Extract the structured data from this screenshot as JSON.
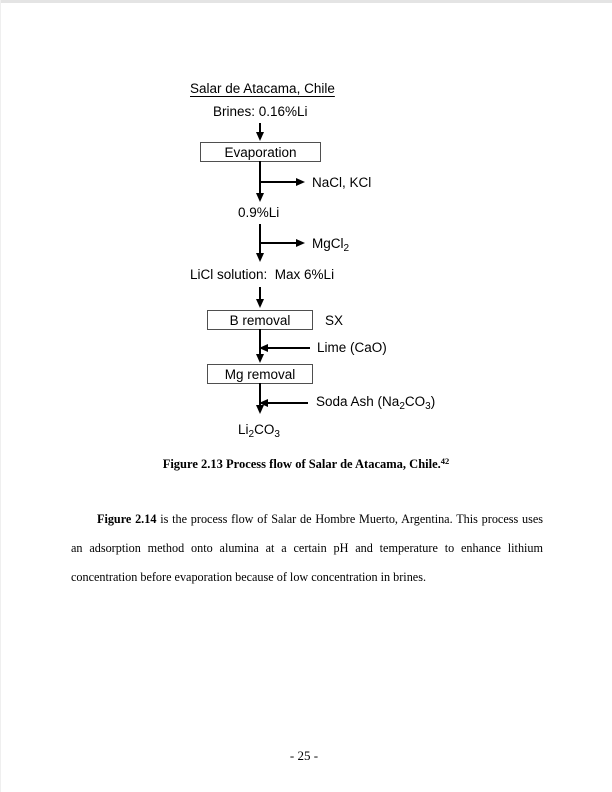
{
  "diagram": {
    "title": "Salar de Atacama, Chile",
    "brines": "Brines: 0.16%Li",
    "evaporation_box": "Evaporation",
    "nacl_kcl": "NaCl, KCl",
    "li_09": "0.9%Li",
    "mgcl2": {
      "base": "MgCl",
      "sub": "2"
    },
    "licl_solution": "LiCl solution:  Max 6%Li",
    "b_removal_box": "B removal",
    "sx": "SX",
    "lime": "Lime (CaO)",
    "mg_removal_box": "Mg removal",
    "soda_ash": {
      "p1": "Soda Ash (Na",
      "s1": "2",
      "p2": "CO",
      "s2": "3",
      "p3": ")"
    },
    "li2co3": {
      "p1": "Li",
      "s1": "2",
      "p2": "CO",
      "s2": "3"
    }
  },
  "caption": {
    "text": "Figure 2.13 Process flow of Salar de Atacama, Chile.",
    "superscript": "42"
  },
  "paragraph": {
    "line1_bold": "Figure 2.14",
    "line1_rest": " is the process flow of Salar de Hombre Muerto, Argentina. This process uses",
    "line2": "an adsorption method onto alumina at a certain pH and temperature to enhance lithium",
    "line3": "concentration before evaporation because of low concentration in brines."
  },
  "footer": {
    "page_number": "- 25 -"
  }
}
